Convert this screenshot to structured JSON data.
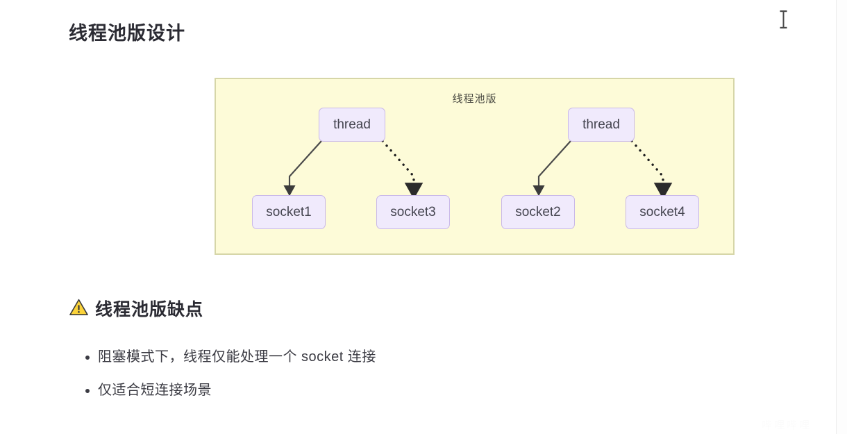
{
  "page": {
    "title": "线程池版设计",
    "background_color": "#ffffff"
  },
  "diagram": {
    "title": "线程池版",
    "background_color": "#fdfbd8",
    "border_color": "#d6d6a8",
    "node_fill": "#f0eafc",
    "node_border": "#c9b8e8",
    "nodes": [
      {
        "id": "thread-1",
        "label": "thread",
        "type": "thread"
      },
      {
        "id": "thread-2",
        "label": "thread",
        "type": "thread"
      },
      {
        "id": "socket-1",
        "label": "socket1",
        "type": "socket"
      },
      {
        "id": "socket-3",
        "label": "socket3",
        "type": "socket"
      },
      {
        "id": "socket-2",
        "label": "socket2",
        "type": "socket"
      },
      {
        "id": "socket-4",
        "label": "socket4",
        "type": "socket"
      }
    ],
    "edges": [
      {
        "from": "thread-1",
        "to": "socket-1",
        "style": "solid"
      },
      {
        "from": "thread-1",
        "to": "socket-3",
        "style": "dotted"
      },
      {
        "from": "thread-2",
        "to": "socket-2",
        "style": "solid"
      },
      {
        "from": "thread-2",
        "to": "socket-4",
        "style": "dotted"
      }
    ]
  },
  "warning_section": {
    "icon": "warning-triangle-icon",
    "icon_glyph": "⚠",
    "heading": "线程池版缺点",
    "bullets": [
      "阻塞模式下，线程仅能处理一个 socket 连接",
      "仅适合短连接场景"
    ]
  },
  "watermark": {
    "text": "哔哩哔哩"
  },
  "cursor": {
    "type": "text-ibeam-cursor"
  }
}
